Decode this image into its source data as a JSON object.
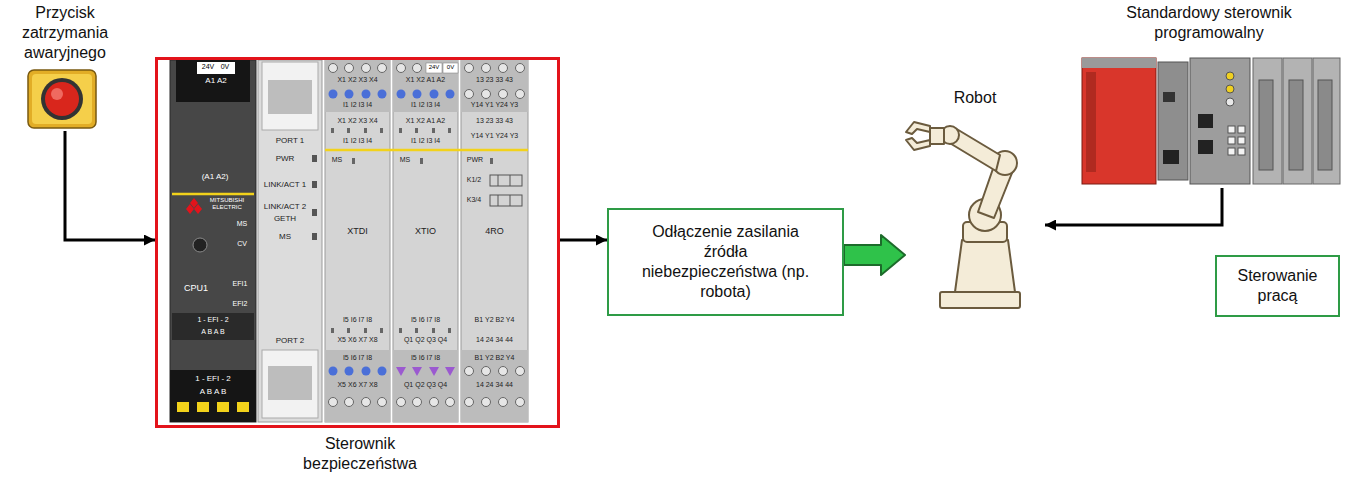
{
  "diagram": {
    "nodes": [
      {
        "text": [
          "Przycisk zatrzymania awaryjnego"
        ]
      },
      {
        "text": [
          "Sterownik bezpieczeństwa"
        ]
      },
      {
        "text": [
          "Odłączenie zasilania źródła niebezpieczeństwa (np. robota)"
        ]
      },
      {
        "text": [
          "Robot"
        ]
      },
      {
        "text": [
          "Standardowy sterownik programowalny"
        ]
      },
      {
        "text": [
          "Sterowanie pracą"
        ]
      }
    ],
    "edges": [
      {
        "from": 0,
        "to": 1,
        "arrow": "to"
      },
      {
        "from": 1,
        "to": 2,
        "arrow": "to"
      },
      {
        "from": 2,
        "to": 3,
        "arrow": "to"
      },
      {
        "from": 4,
        "to": 3,
        "arrow": "to"
      }
    ],
    "labels": [
      "24V",
      "0V",
      "A1 A2",
      "(A1 A2)",
      "MITSUBISHI ELECTRIC",
      "MS",
      "CV",
      "CPU1",
      "EFI1",
      "EFI2",
      "1 - EFI - 2",
      "A B A B",
      "1 - EFI - 2",
      "A B A B",
      "PORT 1",
      "PWR",
      "LINK/ACT 1",
      "LINK/ACT 2",
      "GETH",
      "MS",
      "PORT 2",
      "X1 X2 X3 X4",
      "I1 I2 I3 I4",
      "X1 X2 X3 X4",
      "I1 I2 I3 I4",
      "MS",
      "XTDI",
      "I5 I6 I7 I8",
      "X5 X6 X7 X8",
      "I5 I6 I7 I8",
      "X5 X6 X7 X8",
      "24V",
      "0V",
      "X1 X2 A1 A2",
      "I1 I2 I3 I4",
      "X1 X2 A1 A2",
      "I1 I2 I3 I4",
      "MS",
      "XTIO",
      "I5 I6 I7 I8",
      "Q1 Q2 Q3 Q4",
      "I5 I6 I7 I8",
      "Q1 Q2 Q3 Q4",
      "13 23 33 43",
      "Y14 Y1 Y24 Y3",
      "13 23 33 43",
      "Y14 Y1 Y24 Y3",
      "PWR",
      "K1/2",
      "K3/4",
      "4RO",
      "B1 Y2 B2 Y4",
      "14 24 34 44",
      "B1 Y2 B2 Y4",
      "14 24 34 44"
    ]
  }
}
